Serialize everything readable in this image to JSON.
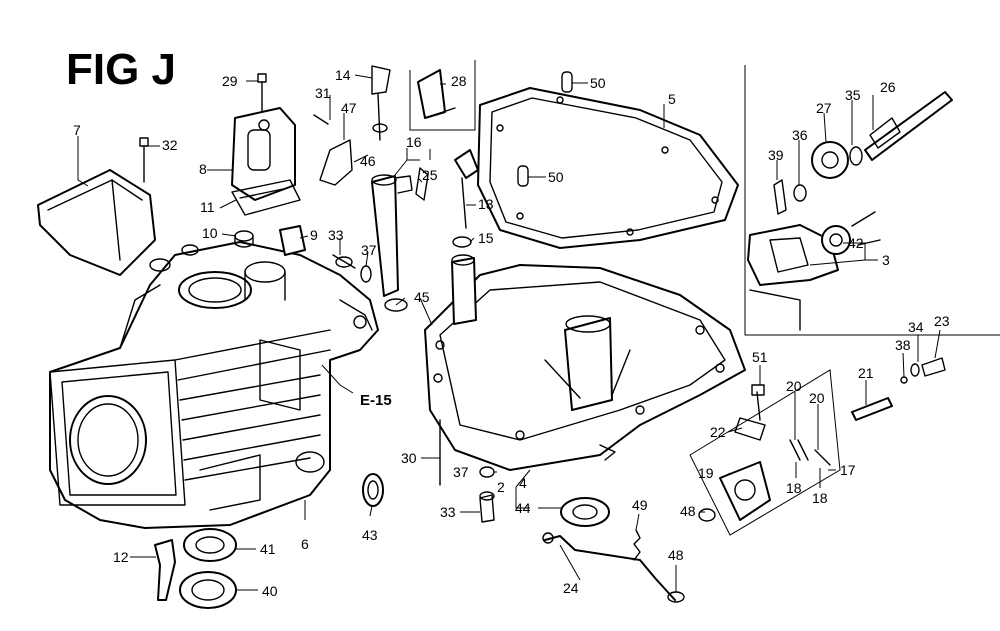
{
  "figure": {
    "title": "FIG J",
    "reference": "E-15"
  },
  "callouts": [
    "2",
    "3",
    "4",
    "5",
    "6",
    "7",
    "8",
    "9",
    "10",
    "11",
    "12",
    "13",
    "14",
    "15",
    "16",
    "17",
    "18",
    "18",
    "19",
    "20",
    "20",
    "21",
    "22",
    "23",
    "24",
    "25",
    "26",
    "27",
    "28",
    "29",
    "30",
    "31",
    "32",
    "33",
    "33",
    "34",
    "35",
    "36",
    "37",
    "37",
    "38",
    "39",
    "40",
    "41",
    "42",
    "43",
    "44",
    "45",
    "46",
    "47",
    "48",
    "48",
    "48",
    "49",
    "50",
    "50",
    "51"
  ]
}
